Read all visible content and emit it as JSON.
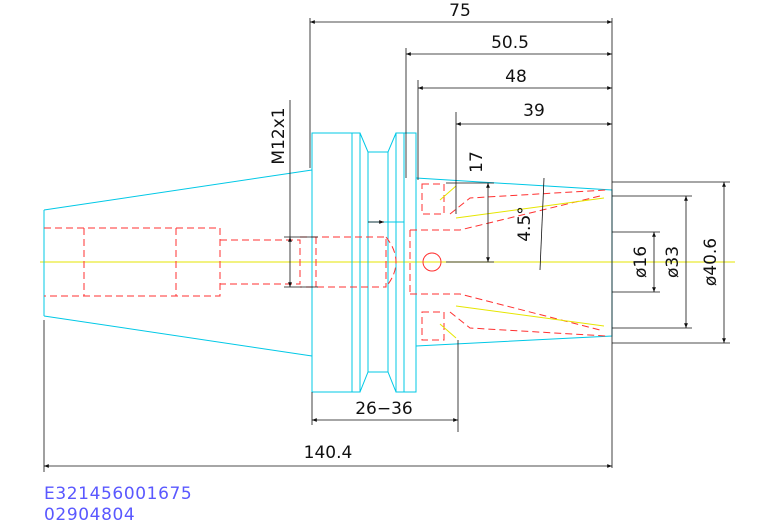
{
  "dimensions": {
    "overall_length": "75",
    "length_50_5": "50.5",
    "length_48": "48",
    "length_39": "39",
    "depth_17": "17",
    "thread": "M12x1",
    "adjust_range": "26−36",
    "total_length": "140.4",
    "taper_angle": "4.5°",
    "dia_16": "ø16",
    "dia_33": "ø33",
    "dia_40_6": "ø40.6"
  },
  "codes": {
    "part_number": "E321456001675",
    "sub_code": "02904804"
  },
  "colors": {
    "outline": "#00c8e6",
    "hidden": "#ff3030",
    "center": "#e6e600",
    "dimension": "#111111",
    "code_text": "#5a58ff"
  }
}
